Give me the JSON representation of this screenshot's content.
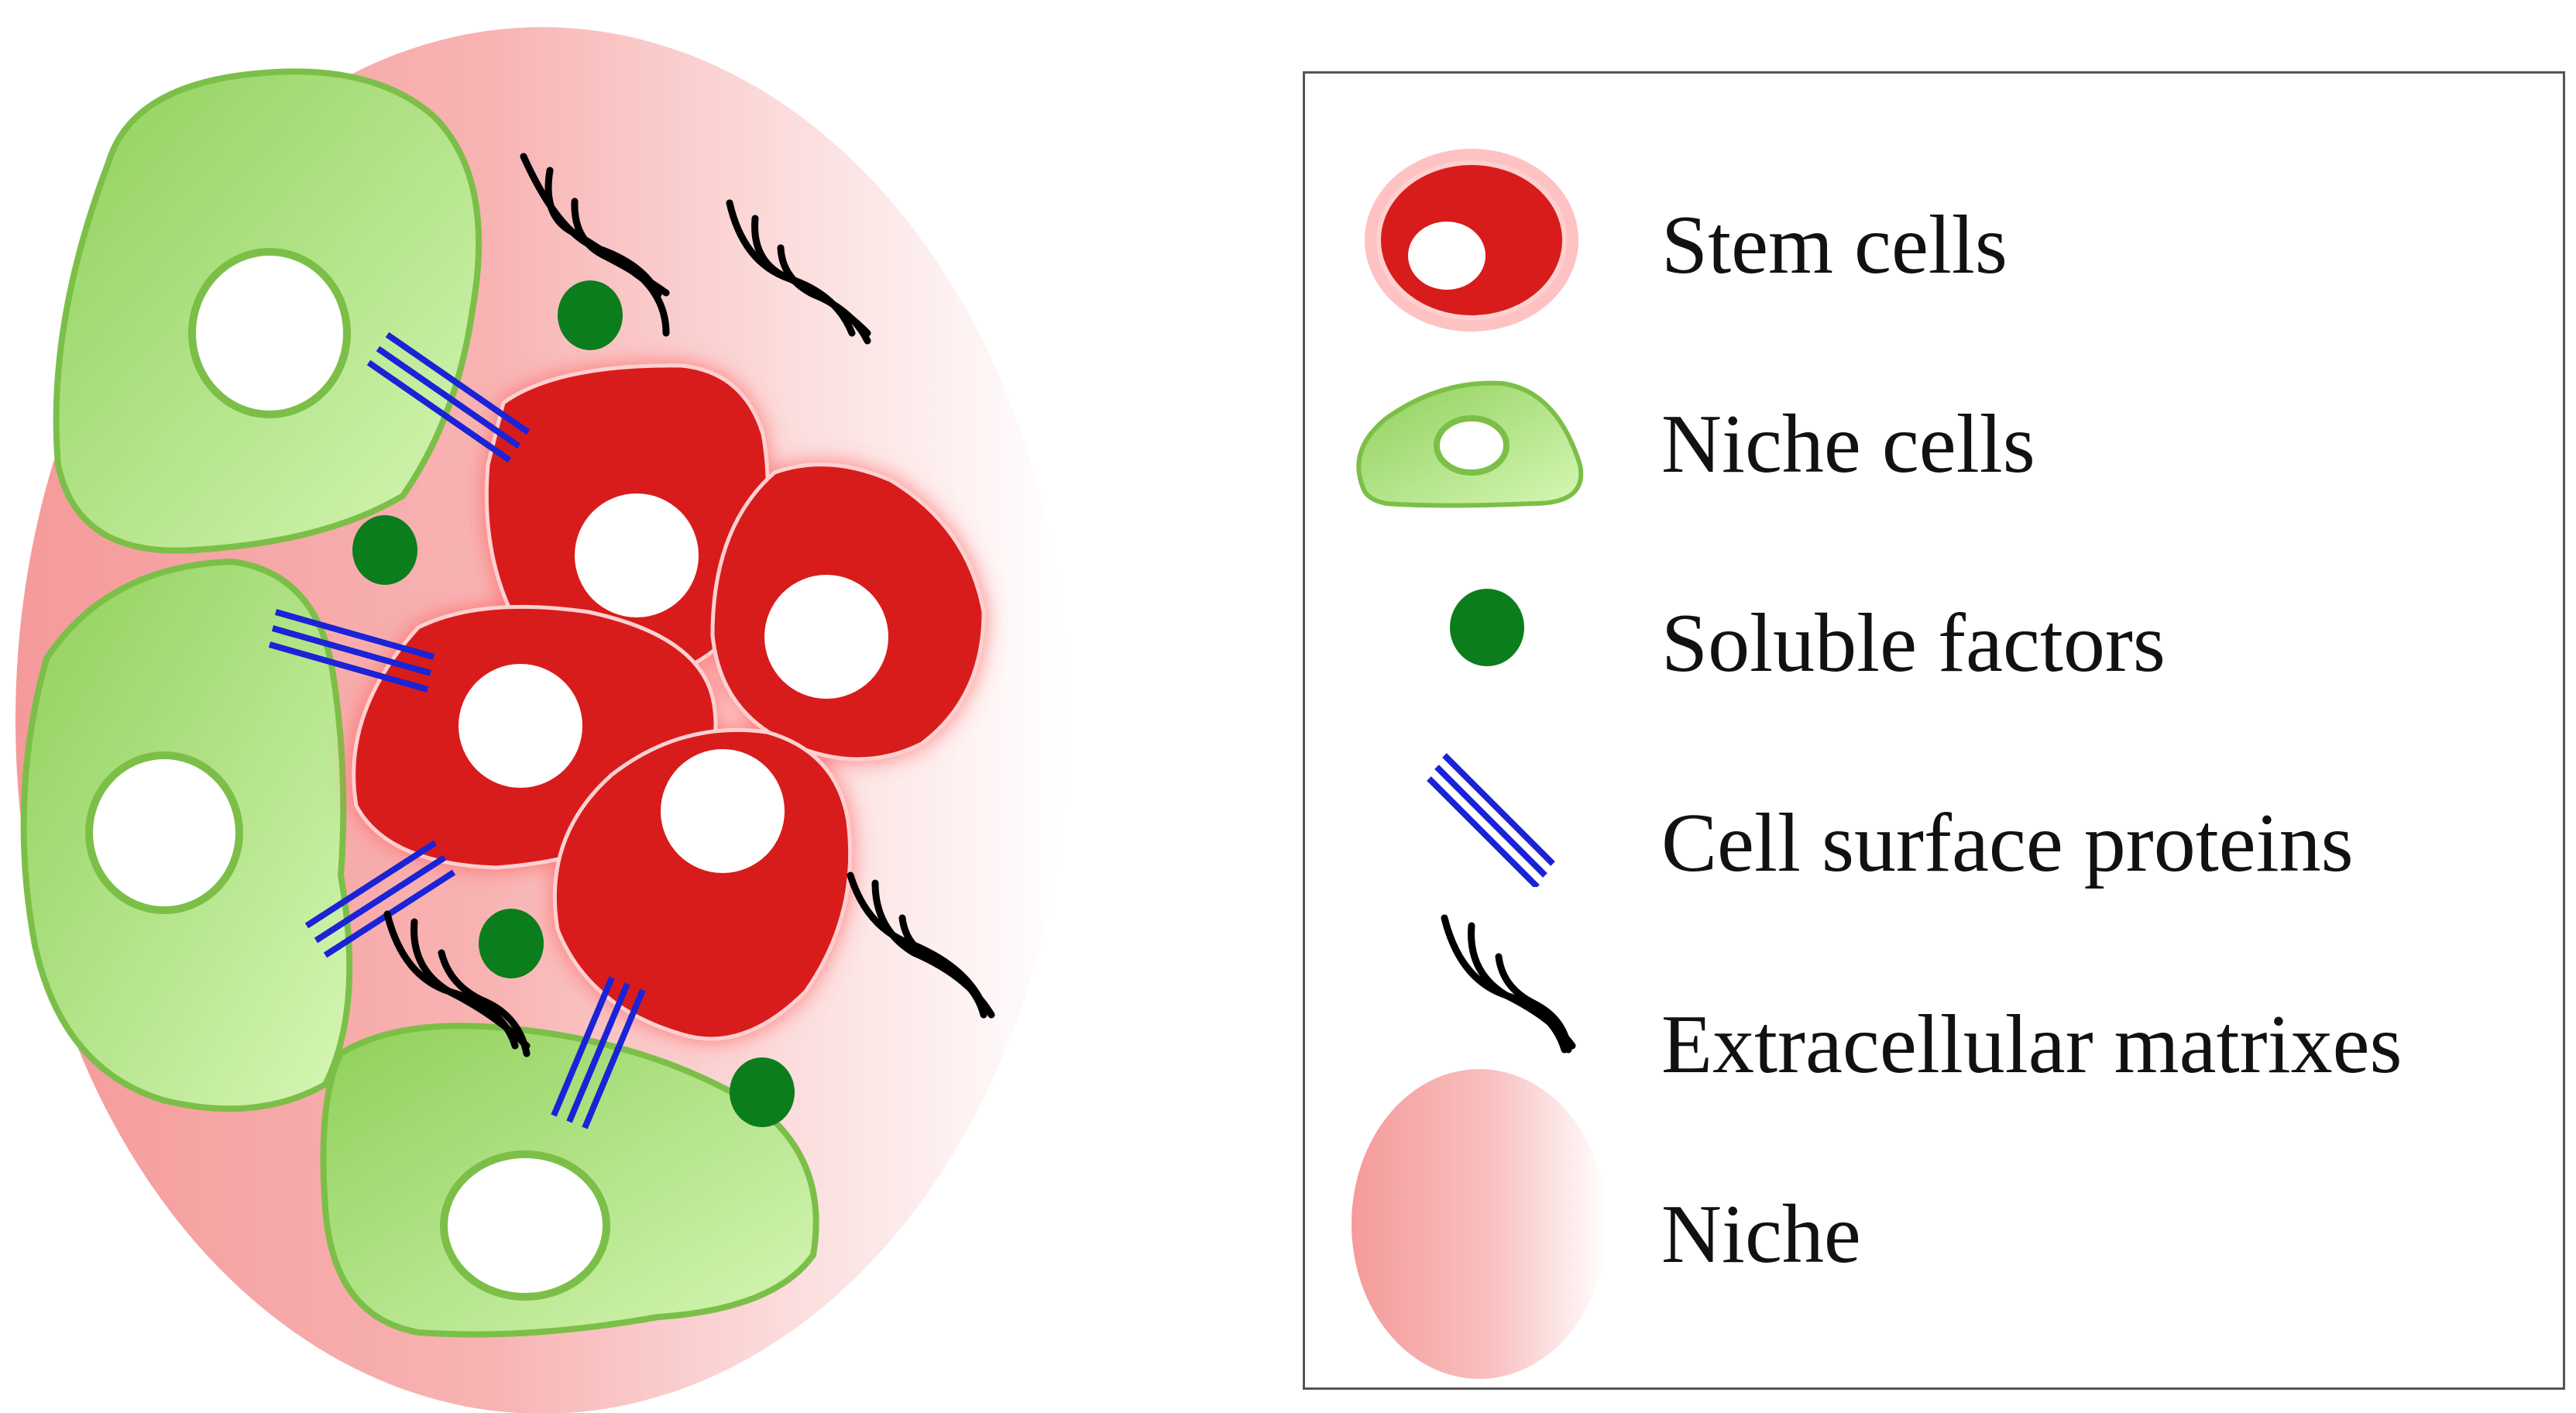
{
  "legend": {
    "items": [
      {
        "key": "stem",
        "label": "Stem cells",
        "icon": "stem-cell-icon"
      },
      {
        "key": "niche_cell",
        "label": "Niche cells",
        "icon": "niche-cell-icon"
      },
      {
        "key": "soluble",
        "label": "Soluble factors",
        "icon": "soluble-factor-icon"
      },
      {
        "key": "surface",
        "label": "Cell surface proteins",
        "icon": "cell-surface-protein-icon"
      },
      {
        "key": "ecm",
        "label": "Extracellular matrixes",
        "icon": "extracellular-matrix-icon"
      },
      {
        "key": "niche",
        "label": "Niche",
        "icon": "niche-gradient-icon"
      }
    ]
  },
  "colors": {
    "stem_cell_fill": "#d81c1c",
    "stem_cell_glow": "#ff6b6b",
    "niche_cell_light": "#c8f0a0",
    "niche_cell_dark": "#8ccf55",
    "niche_cell_border": "#7cbf48",
    "soluble_factor": "#0b7d1c",
    "surface_protein": "#1a23d6",
    "matrix": "#000000",
    "niche_pink": "#f7a8a8",
    "legend_border": "#555555"
  }
}
